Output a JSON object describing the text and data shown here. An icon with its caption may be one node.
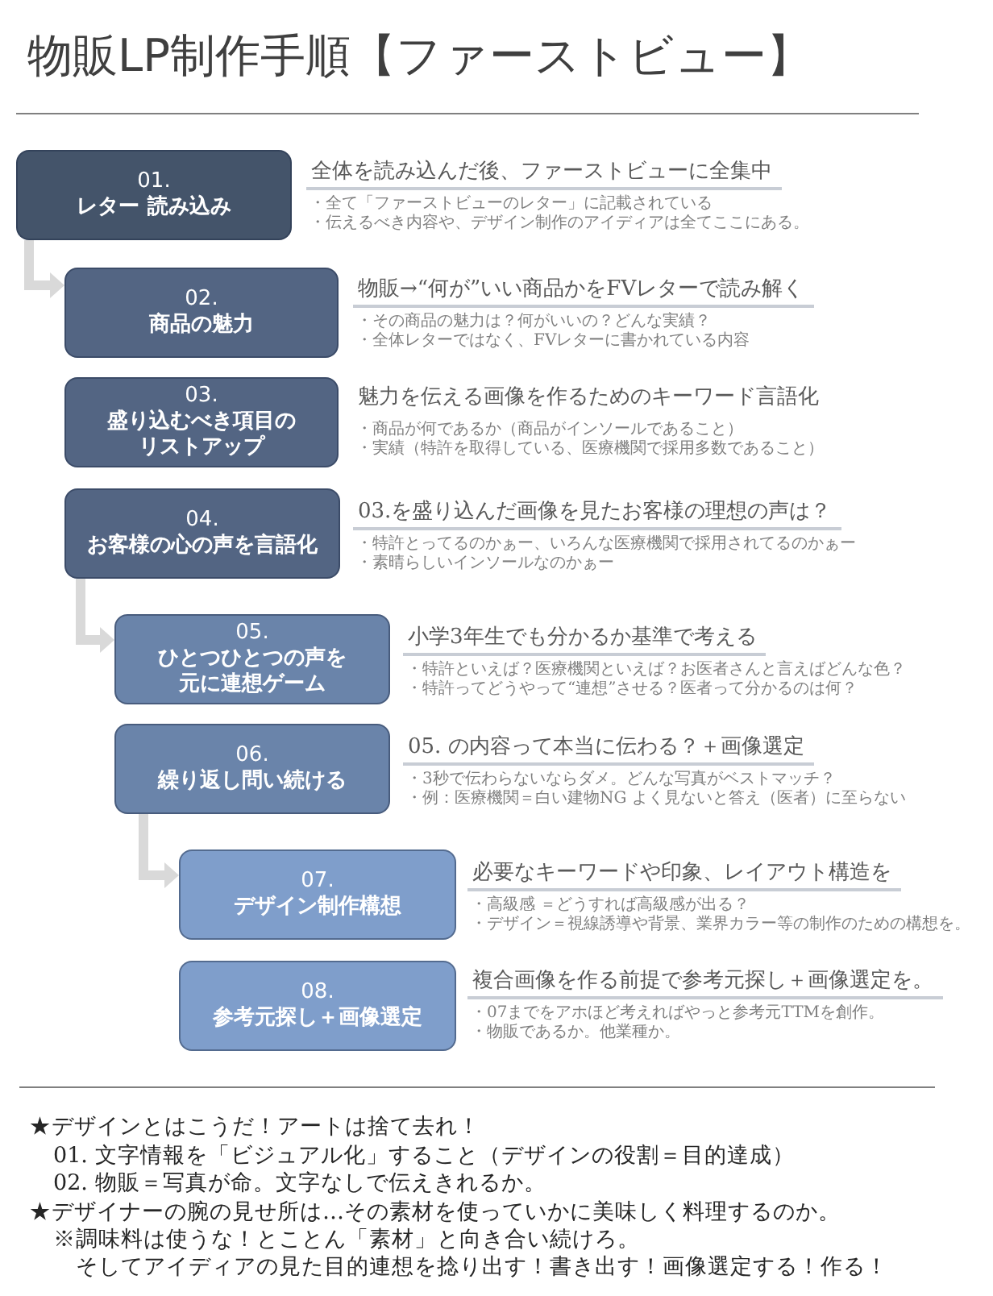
{
  "diagram": {
    "title": "物販LP制作手順【ファーストビュー】",
    "nodes": [
      {
        "text": [
          "01.",
          "レター 読み込み"
        ],
        "beside": [
          "全体を読み込んだ後、ファーストビューに全集中",
          "・全て「ファーストビューのレター」に記載されている",
          "・伝えるべき内容や、デザイン制作のアイディアは全てここにある。"
        ]
      },
      {
        "text": [
          "02.",
          "商品の魅力"
        ],
        "beside": [
          "物販→“何が”いい商品かをFVレターで読み解く",
          "・その商品の魅力は？何がいいの？どんな実績？",
          "・全体レターではなく、FVレターに書かれている内容"
        ]
      },
      {
        "text": [
          "03.",
          "盛り込むべき項目のリストアップ"
        ],
        "beside": [
          "魅力を伝える画像を作るためのキーワード言語化",
          "・商品が何であるか（商品がインソールであること）",
          "・実績（特許を取得している、医療機関で採用多数であること）"
        ]
      },
      {
        "text": [
          "04.",
          "お客様の心の声を言語化"
        ],
        "beside": [
          "03.を盛り込んだ画像を見たお客様の理想の声は？",
          "・特許とってるのかぁー、いろんな医療機関で採用されてるのかぁー",
          "・素晴らしいインソールなのかぁー"
        ]
      },
      {
        "text": [
          "05.",
          "ひとつひとつの声を元に連想ゲーム"
        ],
        "beside": [
          "小学3年生でも分かるか基準で考える",
          "・特許といえば？医療機関といえば？お医者さんと言えばどんな色？",
          "・特許ってどうやって“連想”させる？医者って分かるのは何？"
        ]
      },
      {
        "text": [
          "06.",
          "繰り返し問い続ける"
        ],
        "beside": [
          "05. の内容って本当に伝わる？＋画像選定",
          "・3秒で伝わらないならダメ。どんな写真がベストマッチ？",
          "・例：医療機関＝白い建物NG よく見ないと答え（医者）に至らない"
        ]
      },
      {
        "text": [
          "07.",
          "デザイン制作構想"
        ],
        "beside": [
          "必要なキーワードや印象、レイアウト構造を",
          "・高級感 ＝どうすれば高級感が出る？",
          "・デザイン＝視線誘導や背景、業界カラー等の制作のための構想を。"
        ]
      },
      {
        "text": [
          "08.",
          "参考元探し＋画像選定"
        ],
        "beside": [
          "複合画像を作る前提で参考元探し＋画像選定を。",
          "・07までをアホほど考えればやっと参考元TTMを創作。",
          "・物販であるか。他業種か。"
        ]
      }
    ],
    "edges": [
      {
        "from": 0,
        "to": 1,
        "arrow": "to"
      },
      {
        "from": 3,
        "to": 4,
        "arrow": "to"
      },
      {
        "from": 5,
        "to": 6,
        "arrow": "to"
      }
    ],
    "labels": [
      "★デザインとはこうだ！アートは捨て去れ！",
      "01. 文字情報を「ビジュアル化」すること（デザインの役割＝目的達成）",
      "02. 物販＝写真が命。文字なしで伝えきれるか。",
      "★デザイナーの腕の見せ所は…その素材を使っていかに美味しく料理するのか。",
      "※調味料は使うな！とことん「素材」と向き合い続けろ。",
      "そしてアイディアの見た目的連想を捻り出す！書き出す！画像選定する！作る！"
    ]
  }
}
